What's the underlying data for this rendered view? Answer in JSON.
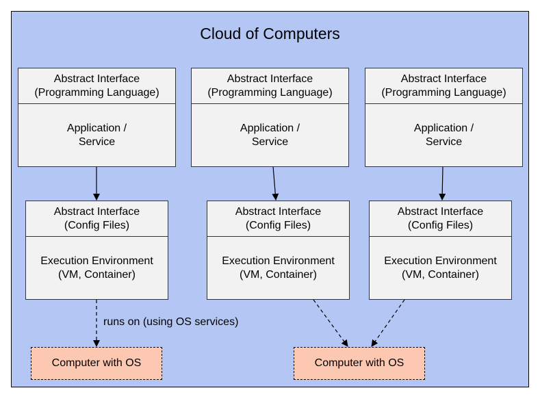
{
  "cluster": {
    "title": "Cloud of Computers",
    "fill": "#b3c6f4"
  },
  "apps": [
    {
      "interface": [
        "Abstract Interface",
        "(Programming Language)"
      ],
      "body": [
        "Application /",
        "Service"
      ]
    },
    {
      "interface": [
        "Abstract Interface",
        "(Programming Language)"
      ],
      "body": [
        "Application /",
        "Service"
      ]
    },
    {
      "interface": [
        "Abstract Interface",
        "(Programming Language)"
      ],
      "body": [
        "Application /",
        "Service"
      ]
    }
  ],
  "envs": [
    {
      "interface": [
        "Abstract Interface",
        "(Config Files)"
      ],
      "body": [
        "Execution Environment",
        "(VM, Container)"
      ]
    },
    {
      "interface": [
        "Abstract Interface",
        "(Config Files)"
      ],
      "body": [
        "Execution Environment",
        "(VM, Container)"
      ]
    },
    {
      "interface": [
        "Abstract Interface",
        "(Config Files)"
      ],
      "body": [
        "Execution Environment",
        "(VM, Container)"
      ]
    }
  ],
  "computers": [
    {
      "label": "Computer with OS",
      "fill": "#fcc8b2"
    },
    {
      "label": "Computer with OS",
      "fill": "#fcc8b2"
    }
  ],
  "edge_label": "runs on (using OS services)",
  "edges": [
    {
      "from": "app-0",
      "to": "env-0",
      "style": "solid"
    },
    {
      "from": "app-1",
      "to": "env-1",
      "style": "solid"
    },
    {
      "from": "app-2",
      "to": "env-2",
      "style": "solid"
    },
    {
      "from": "env-0",
      "to": "computer-0",
      "style": "dashed",
      "label": "runs on (using OS services)"
    },
    {
      "from": "env-1",
      "to": "computer-1",
      "style": "dashed"
    },
    {
      "from": "env-2",
      "to": "computer-1",
      "style": "dashed"
    }
  ]
}
